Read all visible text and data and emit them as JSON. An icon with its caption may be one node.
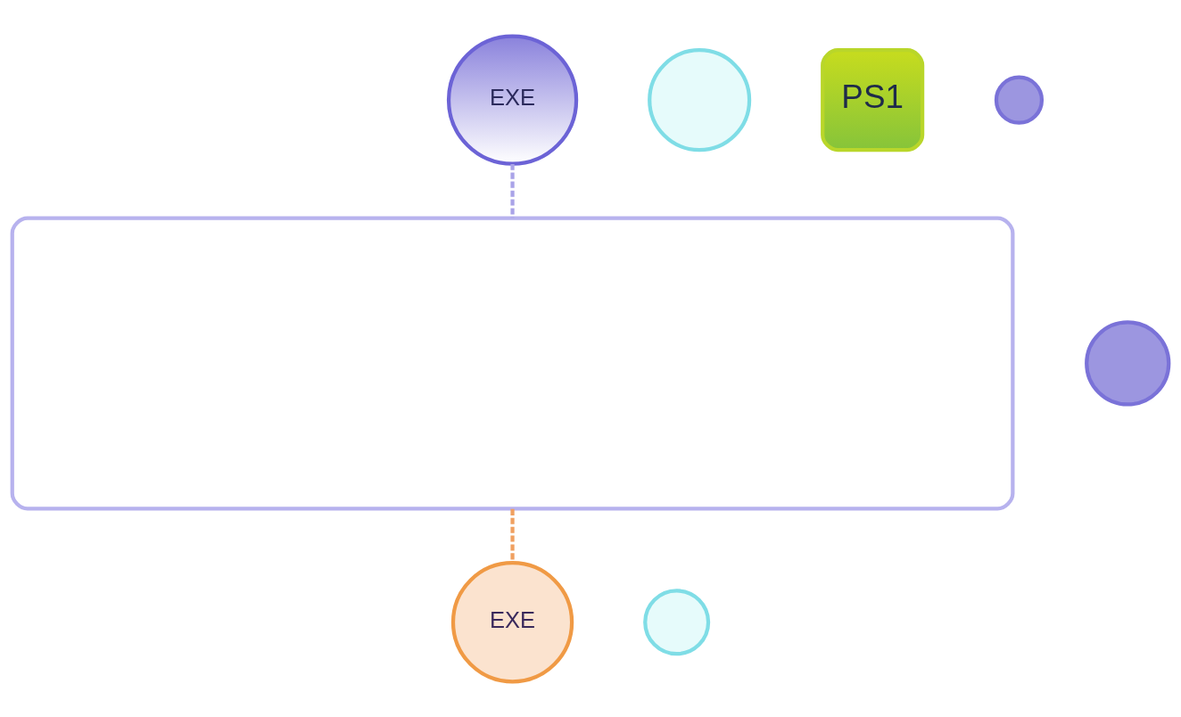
{
  "diagram": {
    "nodes": [
      {
        "text": [
          "EXE"
        ]
      },
      {
        "text": [],
        "shape": "circle"
      },
      {
        "text": [],
        "shape": "box"
      },
      {
        "text": [],
        "shape": "circle"
      },
      {
        "text": [
          "PS1"
        ]
      },
      {
        "text": [],
        "shape": "circle"
      },
      {
        "text": [
          "EXE"
        ]
      },
      {
        "text": [],
        "shape": "circle"
      }
    ],
    "edges": [
      {
        "from": 0,
        "to": 2,
        "arrow": "none",
        "style": "dashed",
        "color": "#a9a3e8"
      },
      {
        "from": 2,
        "to": 6,
        "arrow": "none",
        "style": "dashed",
        "color": "#f0a060"
      }
    ]
  }
}
